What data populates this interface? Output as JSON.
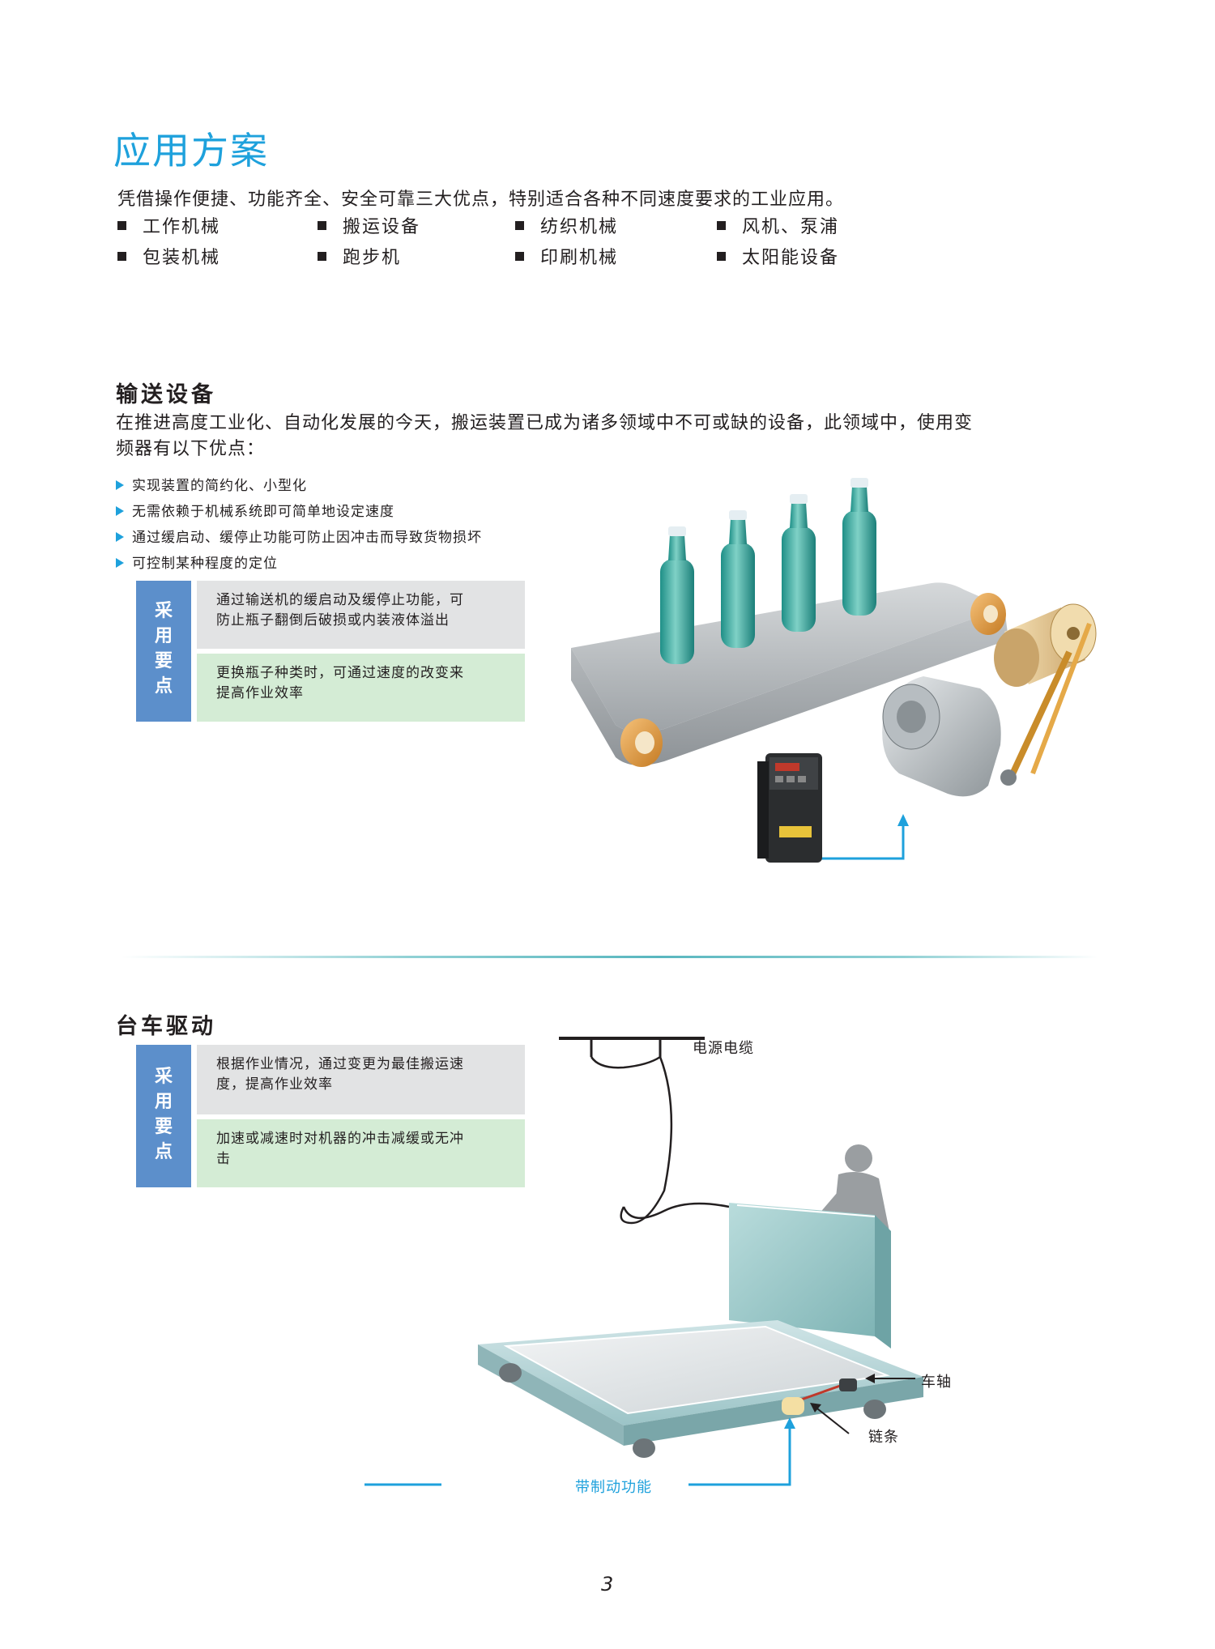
{
  "header": {
    "title": "应用方案",
    "intro": "凭借操作便捷、功能齐全、安全可靠三大优点，特别适合各种不同速度要求的工业应用。",
    "applications": [
      "工作机械",
      "搬运设备",
      "纺织机械",
      "风机、泵浦",
      "包装机械",
      "跑步机",
      "印刷机械",
      "太阳能设备"
    ]
  },
  "conveyor": {
    "title": "输送设备",
    "paragraph_line1": "在推进高度工业化、自动化发展的今天，搬运装置已成为诸多领域中不可或缺的设备，此领域中，使用变",
    "paragraph_line2": "频器有以下优点：",
    "bullets": [
      "实现装置的简约化、小型化",
      "无需依赖于机械系统即可简单地设定速度",
      "通过缓启动、缓停止功能可防止因冲击而导致货物损坏",
      "可控制某种程度的定位"
    ],
    "key_points_label": [
      "采",
      "用",
      "要",
      "点"
    ],
    "key_points": [
      {
        "line1": "通过输送机的缓启动及缓停止功能，可",
        "line2": "防止瓶子翻倒后破损或内装液体溢出"
      },
      {
        "line1": "更换瓶子种类时，可通过速度的改变来",
        "line2": "提高作业效率"
      }
    ]
  },
  "trolley": {
    "title": "台车驱动",
    "key_points_label": [
      "采",
      "用",
      "要",
      "点"
    ],
    "key_points": [
      {
        "line1": "根据作业情况，通过变更为最佳搬运速",
        "line2": "度，提高作业效率"
      },
      {
        "line1": "加速或减速时对机器的冲击减缓或无冲",
        "line2": "击"
      }
    ],
    "labels": {
      "power_cable": "电源电缆",
      "axle": "车轴",
      "chain": "链条",
      "brake_function": "带制动功能"
    }
  },
  "footer": {
    "page_number": "3"
  },
  "colors": {
    "accent": "#1ea1dc",
    "key_point_side": "#5c8fcb",
    "gray_row": "#e2e3e4",
    "green_row": "#d4ecd5"
  }
}
